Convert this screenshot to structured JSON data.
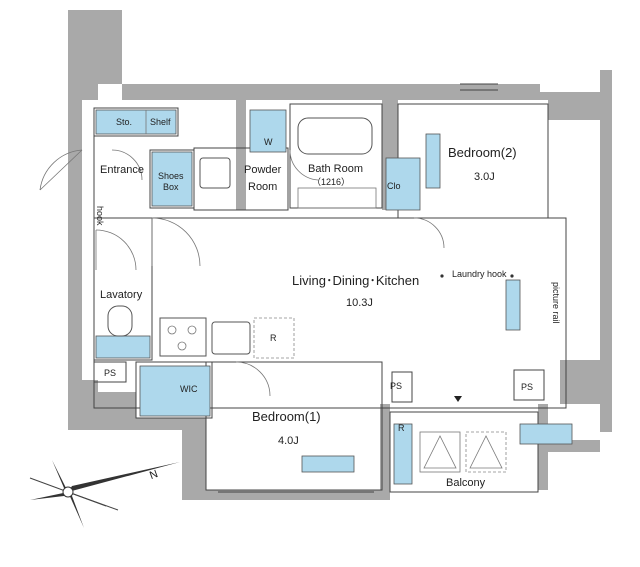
{
  "rooms": {
    "storage": "Sto.",
    "shelf": "Shelf",
    "entrance": "Entrance",
    "shoes_box_line1": "Shoes",
    "shoes_box_line2": "Box",
    "powder_room_line1": "Powder",
    "powder_room_line2": "Room",
    "washer": "W",
    "bath_room": "Bath Room",
    "bath_size": "（1216）",
    "bedroom2": "Bedroom(2)",
    "bedroom2_size": "3.0J",
    "closet": "Clo",
    "ldk": "Living･Dining･Kitchen",
    "ldk_size": "10.3J",
    "laundry_hook": "Laundry hook",
    "picture_rail": "picture rail",
    "hook": "hook",
    "lavatory": "Lavatory",
    "ps_left": "PS",
    "wic": "WIC",
    "refrigerator": "R",
    "bedroom1": "Bedroom(1)",
    "bedroom1_size": "4.0J",
    "ps_mid": "PS",
    "ps_right": "PS",
    "balcony_r": "R",
    "balcony": "Balcony"
  },
  "compass": {
    "north_mark": "N"
  },
  "colors": {
    "wall": "#a9a9a9",
    "storage": "#aed8ec",
    "line": "#444444"
  }
}
